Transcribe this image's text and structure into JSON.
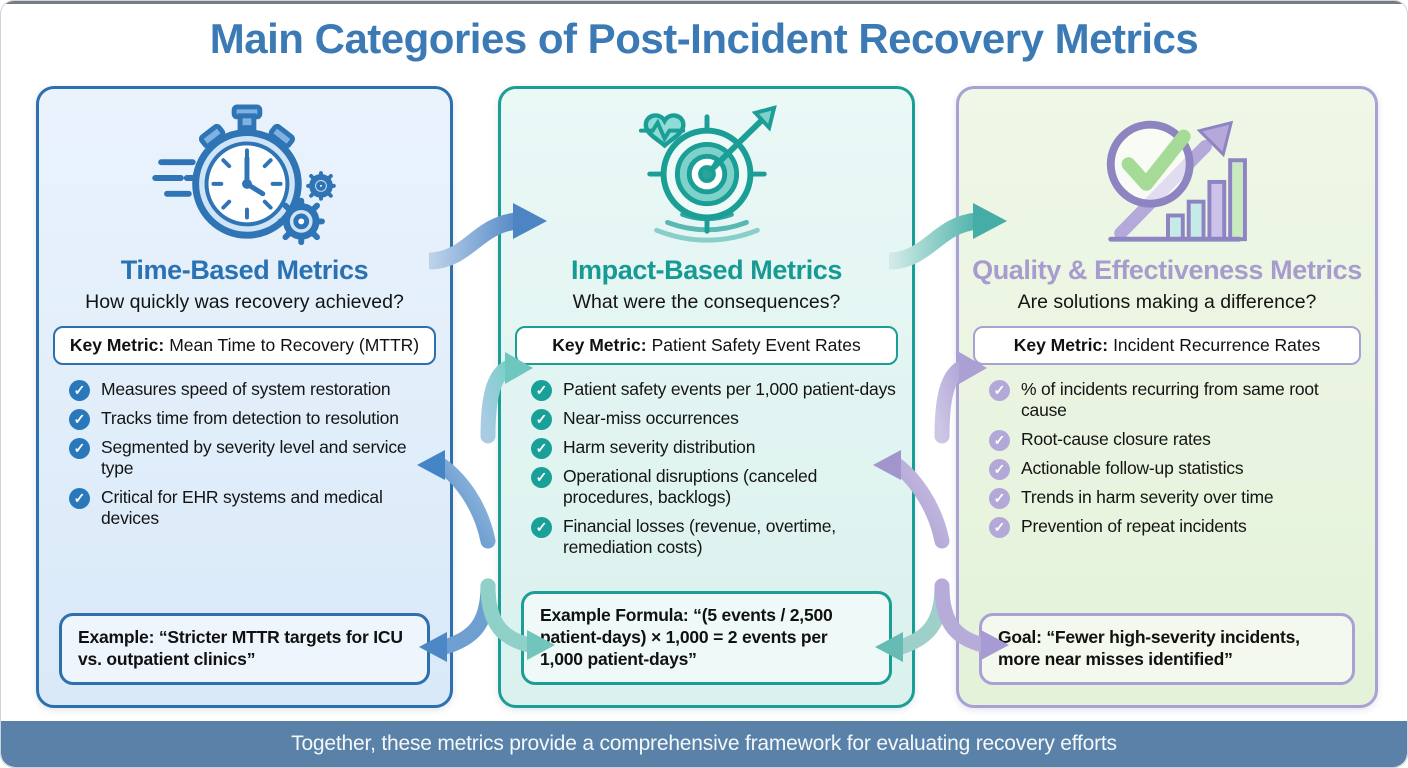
{
  "title": "Main Categories of Post-Incident Recovery Metrics",
  "footer": {
    "text": "Together, these metrics provide a comprehensive framework for evaluating recovery efforts"
  },
  "icons": {
    "check_glyph": "✓"
  },
  "palette": {
    "title_blue": "#3b7ab5",
    "time_accent": "#2e6fad",
    "impact_accent": "#1b9e96",
    "quality_accent": "#a9a0d4",
    "footer_bg": "#5a81a8"
  },
  "columns": [
    {
      "name": "Time-Based Metrics",
      "icon": "stopwatch-gears-icon",
      "accent": "#2e6fad",
      "question": "How quickly was recovery achieved?",
      "key_metric": {
        "label": "Key Metric:",
        "value": "Mean Time to Recovery (MTTR)"
      },
      "bullets": [
        "Measures speed of system restoration",
        "Tracks time from detection to resolution",
        "Segmented by severity level and service type",
        "Critical for EHR systems and medical devices"
      ],
      "example": "Example: “Stricter MTTR targets for ICU vs. outpatient clinics”"
    },
    {
      "name": "Impact-Based Metrics",
      "icon": "target-arrow-heart-icon",
      "accent": "#1b9e96",
      "question": "What were the consequences?",
      "key_metric": {
        "label": "Key Metric:",
        "value": "Patient Safety Event Rates"
      },
      "bullets": [
        "Patient safety events per 1,000 patient-days",
        "Near-miss occurrences",
        "Harm severity distribution",
        "Operational disruptions (canceled procedures, backlogs)",
        "Financial losses (revenue, overtime, remediation costs)"
      ],
      "example": "Example Formula: “(5 events / 2,500 patient-days) × 1,000 = 2 events per 1,000 patient-days”"
    },
    {
      "name": "Quality & Effectiveness Metrics",
      "icon": "growth-check-chart-icon",
      "accent": "#a9a0d4",
      "question": "Are solutions making a difference?",
      "key_metric": {
        "label": "Key Metric:",
        "value": "Incident Recurrence Rates"
      },
      "bullets": [
        "% of incidents recurring from same root cause",
        "Root-cause closure rates",
        "Actionable follow-up statistics",
        "Trends in harm severity over time",
        "Prevention of repeat incidents"
      ],
      "example": "Goal: “Fewer high-severity incidents, more near misses identified”"
    }
  ]
}
